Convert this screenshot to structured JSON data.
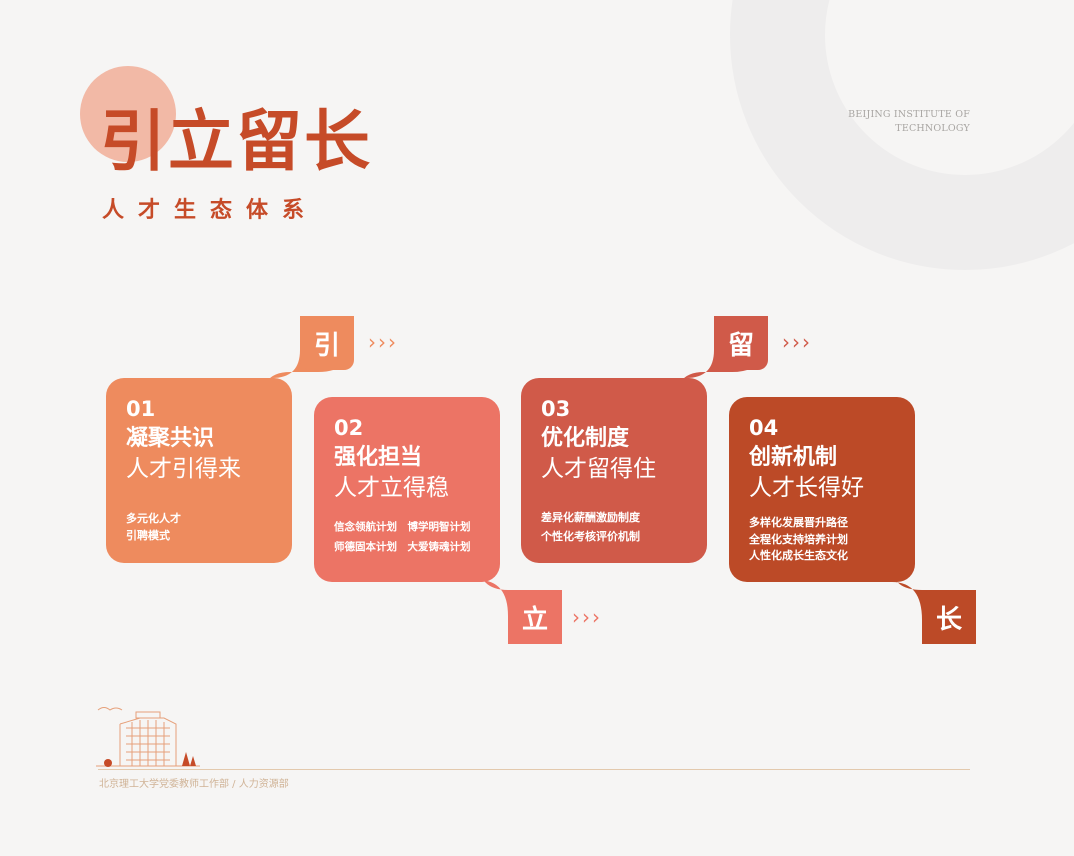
{
  "header": {
    "title": "引立留长",
    "subtitle": "人才生态体系",
    "institute_line1": "BEIJING INSTITUTE OF",
    "institute_line2": "TECHNOLOGY"
  },
  "steps": [
    {
      "tab": "引",
      "num": "01",
      "heading": "凝聚共识",
      "subheading": "人才引得来",
      "details": [
        "多元化人才",
        "引聘模式"
      ],
      "color": "#ee8b5e"
    },
    {
      "tab": "立",
      "num": "02",
      "heading": "强化担当",
      "subheading": "人才立得稳",
      "details": [
        "信念领航计划　博学明智计划",
        "师德固本计划　大爱铸魂计划"
      ],
      "color": "#ec7465"
    },
    {
      "tab": "留",
      "num": "03",
      "heading": "优化制度",
      "subheading": "人才留得住",
      "details": [
        "差异化薪酬激励制度",
        "个性化考核评价机制"
      ],
      "color": "#d05a49"
    },
    {
      "tab": "长",
      "num": "04",
      "heading": "创新机制",
      "subheading": "人才长得好",
      "details": [
        "多样化发展晋升路径",
        "全程化支持培养计划",
        "人性化成长生态文化"
      ],
      "color": "#bc4a27"
    }
  ],
  "arrows": "›››",
  "footer": {
    "text": "北京理工大学党委教师工作部 / 人力资源部"
  },
  "colors": {
    "title": "#c64b28",
    "background": "#f6f5f4",
    "footer_line": "#e3c9ad"
  }
}
